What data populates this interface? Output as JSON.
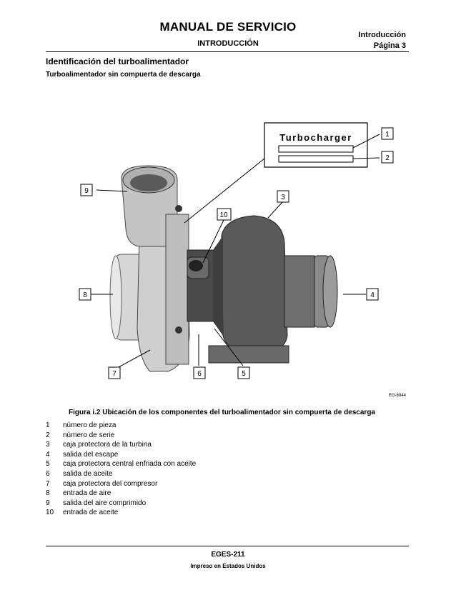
{
  "header": {
    "title": "MANUAL DE SERVICIO",
    "subtitle": "INTRODUCCIÓN",
    "section": "Introducción",
    "page": "Página 3"
  },
  "section": {
    "title": "Identificación del turboalimentador",
    "subtitle": "Turboalimentador sin compuerta de descarga"
  },
  "figure": {
    "label_plate_text": "Turbocharger",
    "callouts": [
      "1",
      "2",
      "3",
      "4",
      "5",
      "6",
      "7",
      "8",
      "9",
      "10"
    ],
    "code": "EG-6944",
    "caption": "Figura i.2 Ubicación de los componentes del turboalimentador sin compuerta de descarga"
  },
  "legend": [
    {
      "num": "1",
      "text": "número de pieza"
    },
    {
      "num": "2",
      "text": "número de serie"
    },
    {
      "num": "3",
      "text": "caja protectora de la turbina"
    },
    {
      "num": "4",
      "text": "salida del escape"
    },
    {
      "num": "5",
      "text": "caja protectora central enfriada con aceite"
    },
    {
      "num": "6",
      "text": "salida de aceite"
    },
    {
      "num": "7",
      "text": "caja protectora del compresor"
    },
    {
      "num": "8",
      "text": "entrada de aire"
    },
    {
      "num": "9",
      "text": "salida del aire comprimido"
    },
    {
      "num": "10",
      "text": "entrada de aceite"
    }
  ],
  "footer": {
    "code": "EGES-211",
    "printed": "Impreso en Estados Unidos"
  }
}
